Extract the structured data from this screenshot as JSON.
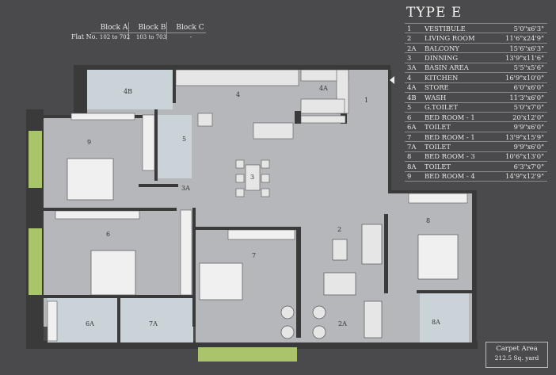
{
  "block_table": {
    "row_label": "Flat No.",
    "columns": [
      {
        "name": "Block A",
        "flats": "102 to 702"
      },
      {
        "name": "Block B",
        "flats": "103 to 703"
      },
      {
        "name": "Block C",
        "flats": "-"
      }
    ]
  },
  "type_title": "TYPE E",
  "rooms": [
    {
      "id": "1",
      "name": "VESTIBULE",
      "size": "5'0\"x6'3\""
    },
    {
      "id": "2",
      "name": "LIVING ROOM",
      "size": "11'6\"x24'9\""
    },
    {
      "id": "2A",
      "name": "BALCONY",
      "size": "15'6\"x6'3\""
    },
    {
      "id": "3",
      "name": "DINNING",
      "size": "13'9\"x11'6\""
    },
    {
      "id": "3A",
      "name": "BASIN AREA",
      "size": "5'5\"x5'6\""
    },
    {
      "id": "4",
      "name": "KITCHEN",
      "size": "16'9\"x10'0\""
    },
    {
      "id": "4A",
      "name": "STORE",
      "size": "6'0\"x6'0\""
    },
    {
      "id": "4B",
      "name": "WASH",
      "size": "11'3\"x6'0\""
    },
    {
      "id": "5",
      "name": "G.TOILET",
      "size": "5'0\"x7'0\""
    },
    {
      "id": "6",
      "name": "BED ROOM - 1",
      "size": "20'x12'0\""
    },
    {
      "id": "6A",
      "name": "TOILET",
      "size": "9'9\"x6'0\""
    },
    {
      "id": "7",
      "name": "BED ROOM - 1",
      "size": "13'9\"x15'9\""
    },
    {
      "id": "7A",
      "name": "TOILET",
      "size": "9'9\"x6'0\""
    },
    {
      "id": "8",
      "name": "BED ROOM - 3",
      "size": "10'6\"x13'0\""
    },
    {
      "id": "8A",
      "name": "TOILET",
      "size": "6'3\"x7'0\""
    },
    {
      "id": "9",
      "name": "BED ROOM - 4",
      "size": "14'9\"x12'9\""
    }
  ],
  "carpet_area": {
    "label": "Carpet Area",
    "value": "212.5 Sq. yard"
  },
  "plan_labels": {
    "r1": "1",
    "r2": "2",
    "r2a": "2A",
    "r3": "3",
    "r3a": "3A",
    "r4": "4",
    "r4a": "4A",
    "r4b": "4B",
    "r5": "5",
    "r6": "6",
    "r6a": "6A",
    "r7": "7",
    "r7a": "7A",
    "r8": "8",
    "r8a": "8A",
    "r9": "9"
  },
  "colors": {
    "background": "#4a4a4c",
    "floor": "#b5b7ba",
    "wet_area": "#c9d3d8",
    "wall": "#3a3a3a",
    "balcony_green": "#a9c46a",
    "text_light": "#e8e8e8"
  }
}
